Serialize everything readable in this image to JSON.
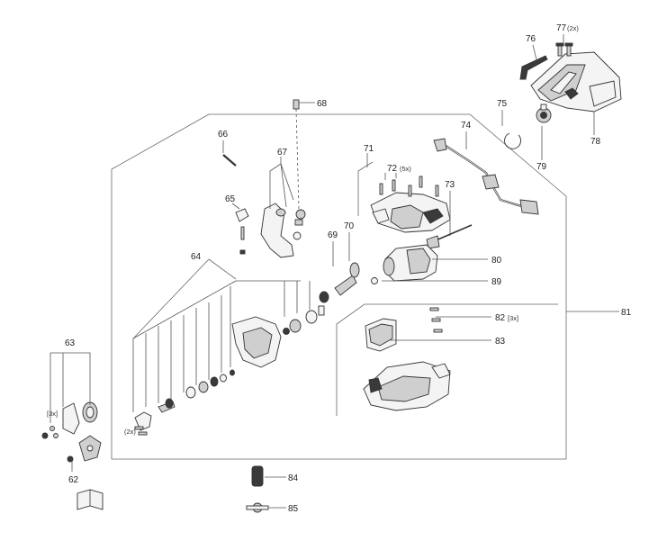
{
  "diagram": {
    "parts": [
      {
        "id": "p62",
        "number": "62"
      },
      {
        "id": "p63",
        "number": "63"
      },
      {
        "id": "p64",
        "number": "64"
      },
      {
        "id": "p65",
        "number": "65"
      },
      {
        "id": "p66",
        "number": "66"
      },
      {
        "id": "p67",
        "number": "67"
      },
      {
        "id": "p68",
        "number": "68"
      },
      {
        "id": "p69",
        "number": "69"
      },
      {
        "id": "p70",
        "number": "70"
      },
      {
        "id": "p71",
        "number": "71"
      },
      {
        "id": "p72",
        "number": "72",
        "qty": "(5x)"
      },
      {
        "id": "p73",
        "number": "73"
      },
      {
        "id": "p74",
        "number": "74"
      },
      {
        "id": "p75",
        "number": "75"
      },
      {
        "id": "p76",
        "number": "76"
      },
      {
        "id": "p77",
        "number": "77",
        "qty": "(2x)"
      },
      {
        "id": "p78",
        "number": "78"
      },
      {
        "id": "p79",
        "number": "79"
      },
      {
        "id": "p80",
        "number": "80"
      },
      {
        "id": "p81",
        "number": "81"
      },
      {
        "id": "p82",
        "number": "82",
        "qty": "[3x]"
      },
      {
        "id": "p83",
        "number": "83"
      },
      {
        "id": "p84",
        "number": "84"
      },
      {
        "id": "p85",
        "number": "85"
      },
      {
        "id": "p89",
        "number": "89"
      }
    ],
    "callouts": {
      "qty_3x_left": "[3x]",
      "qty_2x_left": "(2x)"
    }
  }
}
